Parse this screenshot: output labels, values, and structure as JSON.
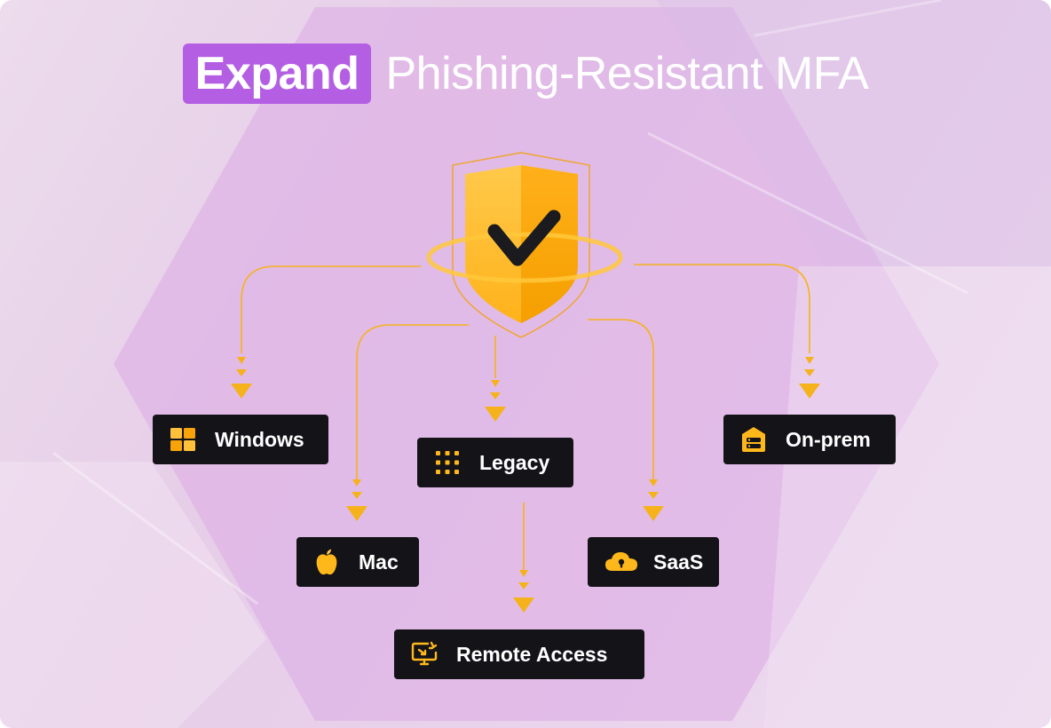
{
  "title": {
    "highlight": "Expand",
    "rest": "Phishing-Resistant MFA"
  },
  "center_icon": "shield-check-icon",
  "colors": {
    "accent_purple": "#b45ee3",
    "arrow_yellow": "#f5b21b",
    "shield_yellow": "#ffb81c",
    "node_bg": "#141318"
  },
  "nodes": {
    "windows": {
      "label": "Windows",
      "icon": "windows-icon"
    },
    "mac": {
      "label": "Mac",
      "icon": "apple-icon"
    },
    "legacy": {
      "label": "Legacy",
      "icon": "grid-icon"
    },
    "remote": {
      "label": "Remote Access",
      "icon": "remote-desktop-icon"
    },
    "saas": {
      "label": "SaaS",
      "icon": "cloud-lock-icon"
    },
    "onprem": {
      "label": "On-prem",
      "icon": "server-icon"
    }
  }
}
